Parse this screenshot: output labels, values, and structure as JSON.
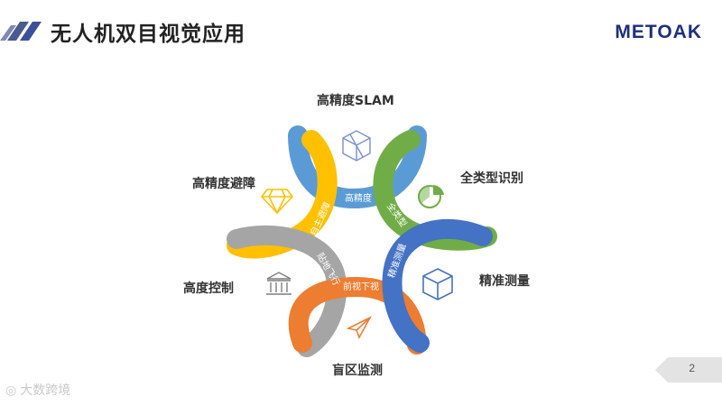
{
  "header": {
    "title": "无人机双目视觉应用",
    "logo": "METOAK"
  },
  "diagram": {
    "center_bands": [
      "高精度",
      "全类型",
      "精准测量",
      "前视下视",
      "贴地飞行",
      "自主避障"
    ],
    "features": [
      {
        "label": "高精度SLAM",
        "icon": "cube-wireframe-icon"
      },
      {
        "label": "全类型识别",
        "icon": "pie-chart-icon"
      },
      {
        "label": "精准测量",
        "icon": "box-icon"
      },
      {
        "label": "盲区监测",
        "icon": "paper-plane-icon"
      },
      {
        "label": "高度控制",
        "icon": "building-icon"
      },
      {
        "label": "高精度避障",
        "icon": "diamond-icon"
      }
    ],
    "colors": [
      "#5b9bd5",
      "#70ad47",
      "#4472c4",
      "#ed7d31",
      "#a5a5a5",
      "#ffc000"
    ]
  },
  "page": {
    "number": "2"
  },
  "watermark": {
    "text": "大数跨境"
  }
}
